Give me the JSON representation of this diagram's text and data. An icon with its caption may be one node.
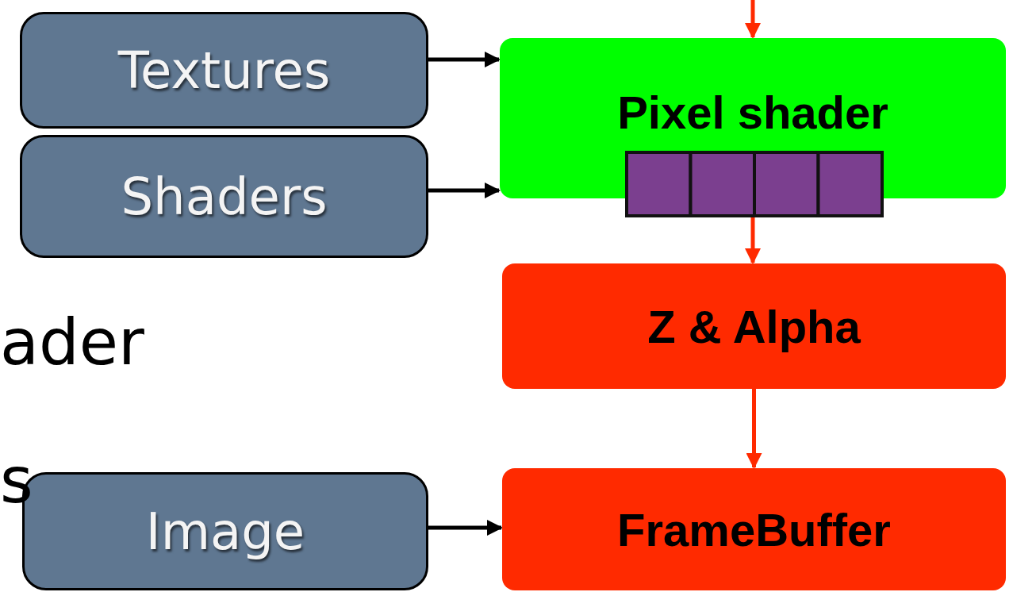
{
  "diagram": {
    "nodes": [
      {
        "text": [
          "Textures"
        ]
      },
      {
        "text": [
          "Shaders"
        ]
      },
      {
        "text": [
          "Pixel shader"
        ]
      },
      {
        "text": [
          "Z & Alpha"
        ]
      },
      {
        "text": [
          "Image"
        ]
      },
      {
        "text": [
          "FrameBuffer"
        ]
      }
    ],
    "edges": [
      {
        "from": null,
        "to": 2,
        "arrow": "to",
        "color": "#ff2a00"
      },
      {
        "from": 0,
        "to": 2,
        "arrow": "to",
        "color": "#000000"
      },
      {
        "from": 1,
        "to": 2,
        "arrow": "to",
        "color": "#000000"
      },
      {
        "from": 2,
        "to": 3,
        "arrow": "to",
        "color": "#ff2a00"
      },
      {
        "from": 3,
        "to": 5,
        "arrow": "to",
        "color": "#ff2a00"
      },
      {
        "from": 4,
        "to": 5,
        "arrow": "to",
        "color": "#000000"
      }
    ],
    "labels": [
      "ader",
      "s"
    ]
  }
}
